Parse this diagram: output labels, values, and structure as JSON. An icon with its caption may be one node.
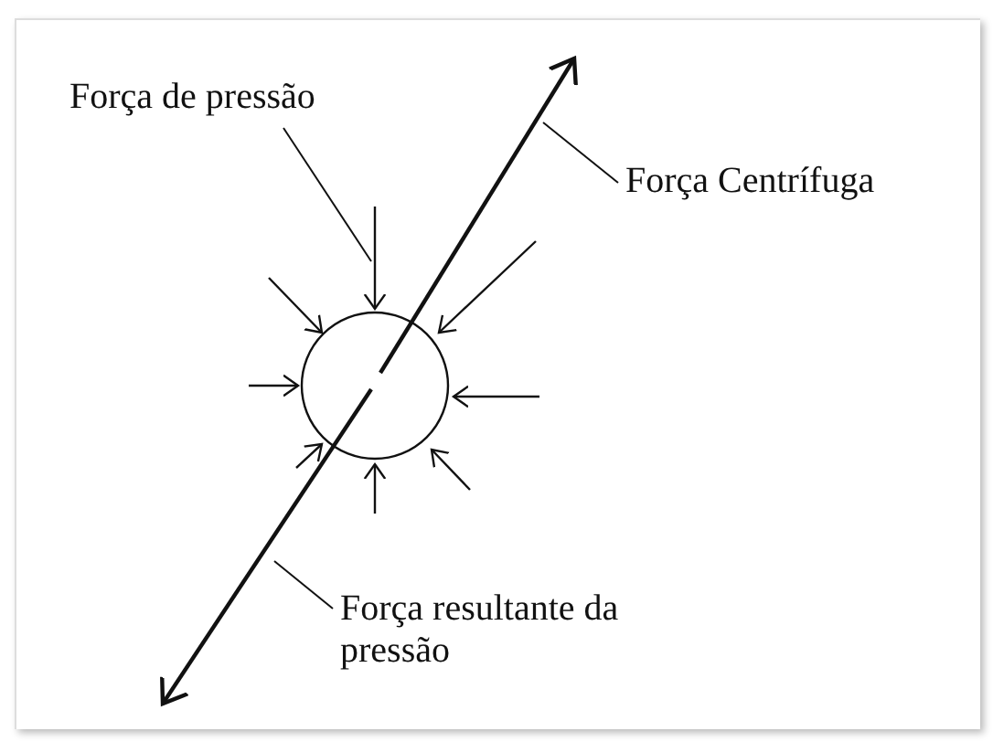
{
  "diagram": {
    "nodes": [
      {
        "text": [
          "Força de pressão"
        ]
      },
      {
        "text": [
          "Força Centrífuga"
        ]
      },
      {
        "text": [
          "Força resultante da pressão"
        ]
      }
    ],
    "edges": [
      {
        "from": 0,
        "to": null,
        "arrow": "none"
      },
      {
        "from": 1,
        "to": null,
        "arrow": "none"
      },
      {
        "from": 2,
        "to": null,
        "arrow": "none"
      }
    ]
  }
}
